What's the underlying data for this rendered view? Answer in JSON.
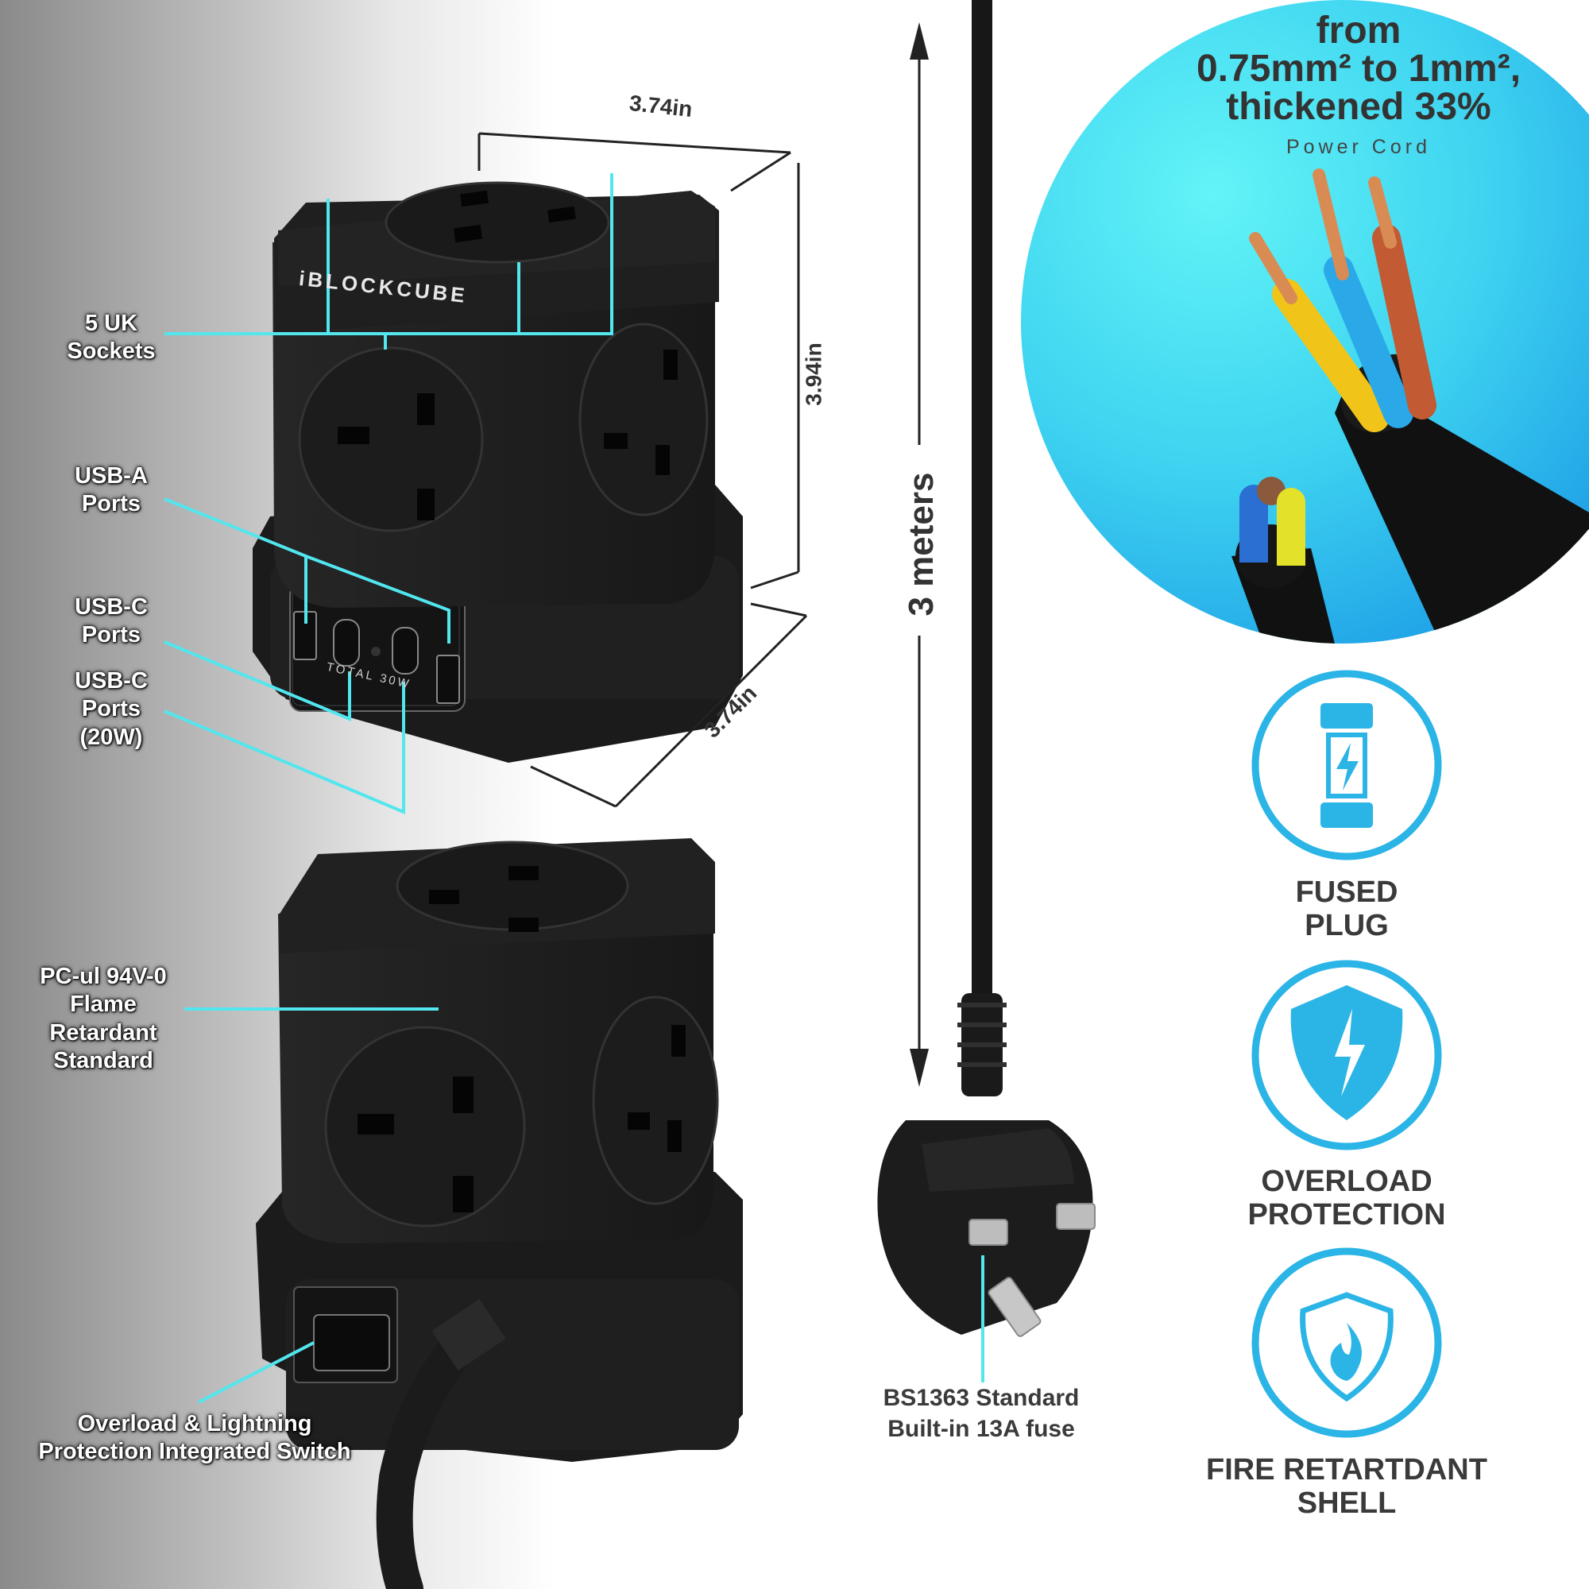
{
  "callouts": {
    "sockets": [
      "5 UK",
      "Sockets"
    ],
    "usb_a": [
      "USB-A",
      "Ports"
    ],
    "usb_c": [
      "USB-C",
      "Ports"
    ],
    "usb_c_20w": [
      "USB-C",
      "Ports",
      "(20W)"
    ],
    "flame": [
      "PC-ul 94V-0",
      "Flame",
      "Retardant",
      "Standard"
    ],
    "switch": [
      "Overload & Lightning",
      "Protection Integrated Switch"
    ]
  },
  "dimensions": {
    "width_top": "3.74in",
    "height": "3.94in",
    "depth": "3.74in",
    "cord_length": "3 meters"
  },
  "product": {
    "brand": "iBLOCKCUBE",
    "usb_total": "TOTAL 30W"
  },
  "cord": {
    "line1": "from",
    "line2": "0.75mm² to 1mm²,",
    "line3": "thickened 33%",
    "subtitle": "Power Cord"
  },
  "plug": {
    "line1": "BS1363 Standard",
    "line2": "Built-in 13A fuse"
  },
  "features": [
    {
      "icon": "fuse-icon",
      "lines": [
        "FUSED",
        "PLUG"
      ]
    },
    {
      "icon": "lightning-shield-icon",
      "lines": [
        "OVERLOAD",
        "PROTECTION"
      ]
    },
    {
      "icon": "fire-shield-icon",
      "lines": [
        "FIRE RETARTDANT",
        "SHELL"
      ]
    }
  ],
  "colors": {
    "accent": "#52e6ee",
    "icon_blue": "#2bb4e6",
    "cube": "#1e1e1e",
    "cyan_circle_start": "#58f1f6",
    "cyan_circle_end": "#1ea2e8"
  }
}
